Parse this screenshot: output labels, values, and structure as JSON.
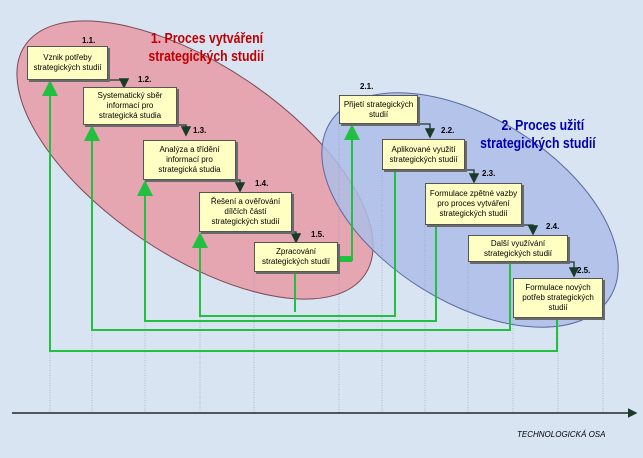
{
  "process1": {
    "title_line1": "1. Proces vytváření",
    "title_line2": "strategických studií",
    "steps": [
      {
        "num": "1.1.",
        "label": "Vznik potřeby strategických studií"
      },
      {
        "num": "1.2.",
        "label": "Systematický sběr informací pro strategická studia"
      },
      {
        "num": "1.3.",
        "label": "Analýza a třídění informací pro strategická studia"
      },
      {
        "num": "1.4.",
        "label": "Řešení a ověřování dílčích částí strategických studií"
      },
      {
        "num": "1.5.",
        "label": "Zpracování strategických studií"
      }
    ]
  },
  "process2": {
    "title_line1": "2. Proces užití",
    "title_line2": "strategických studií",
    "steps": [
      {
        "num": "2.1.",
        "label": "Přijetí strategických studií"
      },
      {
        "num": "2.2.",
        "label": "Aplikované využití strategických studií"
      },
      {
        "num": "2.3.",
        "label": "Formulace zpětné vazby pro proces vytváření strategických studií"
      },
      {
        "num": "2.4.",
        "label": "Další využívání strategických studií"
      },
      {
        "num": "2.5.",
        "label": "Formulace nových potřeb strategických studií"
      }
    ]
  },
  "axis": {
    "label": "TECHNOLOGICKÁ OSA"
  },
  "colors": {
    "background": "#d8e4f2",
    "ellipse1": "#e79aa6",
    "ellipse2": "#aebde8",
    "flow": "#22c040",
    "box": "#ffffc4"
  }
}
